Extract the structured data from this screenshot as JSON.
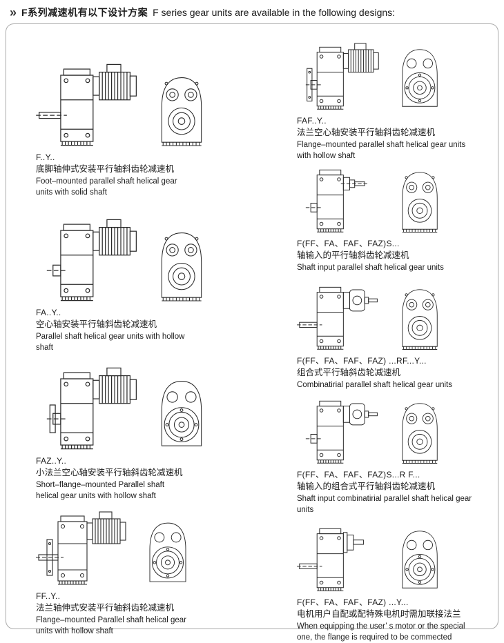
{
  "header": {
    "icon": "»",
    "zh": "F系列减速机有以下设计方案",
    "en": "F series gear units are available in the following designs:"
  },
  "colors": {
    "line": "#2a2a2a",
    "border": "#aaaaaa",
    "text": "#1b1b1b"
  },
  "left_items": [
    {
      "code": "F..Y..",
      "zh": "底脚轴伸式安装平行轴斜齿轮减速机",
      "en": "Foot–mounted parallel shaft helical gear units with solid shaft"
    },
    {
      "code": "FA..Y..",
      "zh": "空心轴安装平行轴斜齿轮减速机",
      "en": "Parallel shaft helical gear units with hollow shaft"
    },
    {
      "code": "FAZ..Y..",
      "zh": "小法兰空心轴安装平行轴斜齿轮减速机",
      "en": "Short–flange–mounted Parallel shaft helical gear units with hollow shaft"
    },
    {
      "code": "FF..Y..",
      "zh": "法兰轴伸式安装平行轴斜齿轮减速机",
      "en": "Flange–mounted Parallel shaft helical gear units with hollow shaft"
    }
  ],
  "right_items": [
    {
      "code": "FAF..Y..",
      "zh": "法兰空心轴安装平行轴斜齿轮减速机",
      "en": "Flange–mounted parallel shaft helical gear units with hollow shaft"
    },
    {
      "code": "F(FF、FA、FAF、FAZ)S...",
      "zh": "轴输入的平行轴斜齿轮减速机",
      "en": "Shaft input parallel shaft helical gear units"
    },
    {
      "code": "F(FF、FA、FAF、FAZ) ...RF...Y...",
      "zh": "组合式平行轴斜齿轮减速机",
      "en": "Combinatirial parallel shaft helical gear units"
    },
    {
      "code": "F(FF、FA、FAF、FAZ)S...R F...",
      "zh": "轴输入的组合式平行轴斜齿轮减速机",
      "en": "Shaft input combinatirial parallel shaft helical gear units"
    },
    {
      "code": "F(FF、FA、FAF、FAZ) ...Y...",
      "zh": "电机用户自配或配特殊电机时需加联接法兰",
      "en": "When equipping the user’ s motor or the special one, the flange is required to be commected"
    }
  ]
}
